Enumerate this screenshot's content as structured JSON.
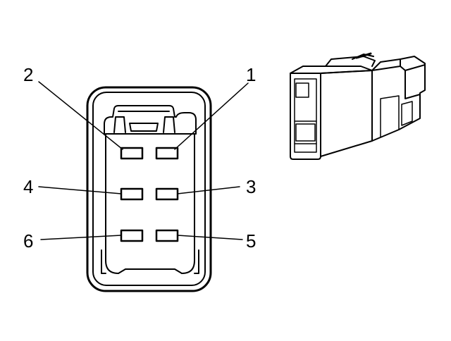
{
  "pins": [
    {
      "label": "1"
    },
    {
      "label": "2"
    },
    {
      "label": "3"
    },
    {
      "label": "4"
    },
    {
      "label": "5"
    },
    {
      "label": "6"
    }
  ],
  "colors": {
    "line": "#000000",
    "background": "#ffffff"
  }
}
